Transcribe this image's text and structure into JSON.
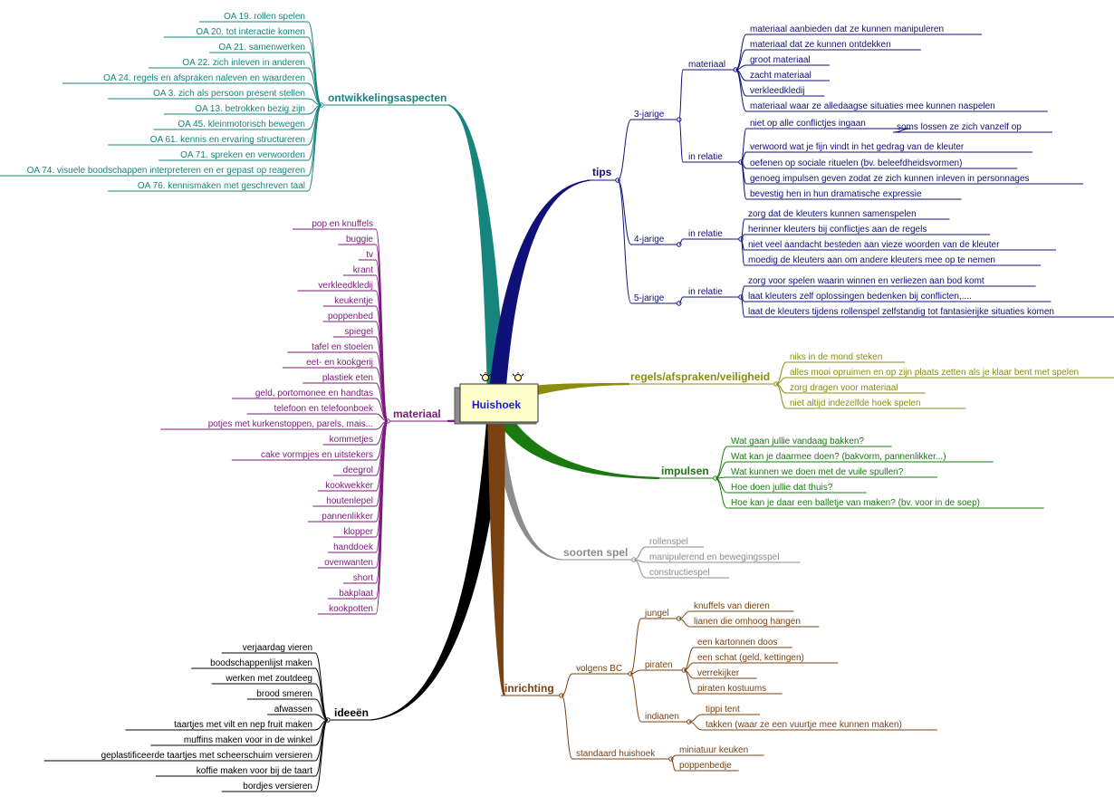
{
  "center": {
    "label": "Huishoek"
  },
  "branches": {
    "ontwikkelingsaspecten": {
      "label": "ontwikkelingsaspecten",
      "color": "#17857d",
      "items": [
        "OA 19. rollen spelen",
        "OA 20. tot interactie komen",
        "OA 21. samenwerken",
        "OA 22. zich inleven in anderen",
        "OA 24. regels en afspraken naleven en waarderen",
        "OA 3. zich als persoon present stellen",
        "OA 13. betrokken bezig zijn",
        "OA 45. kleinmotorisch bewegen",
        "OA 61. kennis en ervaring structureren",
        "OA 71. spreken en verwoorden",
        "OA 74. visuele boodschappen interpreteren en er gepast op reageren",
        "OA 76. kennismaken met geschreven taal"
      ]
    },
    "materiaal": {
      "label": "materiaal",
      "color": "#7b1a7b",
      "items": [
        "pop en knuffels",
        "buggie",
        "tv",
        "krant",
        "verkleedkledij",
        "keukentje",
        "poppenbed",
        "spiegel",
        "tafel en stoelen",
        "eet- en kookgerij",
        "plastiek eten",
        "geld, portomonee en handtas",
        "telefoon en telefoonboek",
        "potjes met kurkenstoppen, parels, mais...",
        "kommetjes",
        "cake vormpjes en uitstekers",
        "deegrol",
        "kookwekker",
        "houtenlepel",
        "pannenlikker",
        "klopper",
        "handdoek",
        "ovenwanten",
        "short",
        "bakplaat",
        "kookpotten"
      ]
    },
    "ideeen": {
      "label": "ideeën",
      "color": "#000000",
      "items": [
        "verjaardag vieren",
        "boodschappenlijst maken",
        "werken met zoutdeeg",
        "brood smeren",
        "afwassen",
        "taartjes met vilt en nep fruit maken",
        "muffins maken voor in de winkel",
        "geplastificeerde taartjes met scheerschuim versieren",
        "koffie maken voor bij de taart",
        "bordjes versieren"
      ]
    },
    "tips": {
      "label": "tips",
      "color": "#10107a",
      "groups": [
        {
          "label": "3-jarige",
          "subgroups": [
            {
              "label": "materiaal",
              "items": [
                "materiaal aanbieden dat ze kunnen manipuleren",
                "materiaal dat ze kunnen ontdekken",
                "groot materiaal",
                "zacht materiaal",
                "verkleedkledij",
                "materiaal waar ze alledaagse situaties mee kunnen naspelen"
              ]
            },
            {
              "label": "in relatie",
              "items": [
                "niet op alle conflictjes ingaan",
                "verwoord wat je fijn vindt in het gedrag van de kleuter",
                "oefenen op sociale rituelen (bv. beleefdheidsvormen)",
                "genoeg impulsen geven zodat ze zich kunnen inleven in personnages",
                "bevestig hen in hun dramatische expressie"
              ],
              "extra": "soms lossen ze zich vanzelf op"
            }
          ]
        },
        {
          "label": "4-jarige",
          "subgroups": [
            {
              "label": "in relatie",
              "items": [
                "zorg dat de kleuters kunnen samenspelen",
                "herinner kleuters bij conflictjes aan de regels",
                "niet veel aandacht besteden aan vieze woorden van de kleuter",
                "moedig de kleuters aan om andere kleuters mee op te nemen"
              ]
            }
          ]
        },
        {
          "label": "5-jarige",
          "subgroups": [
            {
              "label": "in relatie",
              "items": [
                "zorg voor spelen waarin winnen en verliezen aan bod komt",
                "laat kleuters zelf oplossingen bedenken bij conflicten,....",
                "laat de kleuters tijdens rollenspel zelfstandig tot fantasierijke situaties komen"
              ]
            }
          ]
        }
      ]
    },
    "regels": {
      "label": "regels/afspraken/veiligheid",
      "color": "#8c8c10",
      "items": [
        "niks in de mond steken",
        "alles mooi opruimen en op zijn plaats zetten als je klaar bent met spelen",
        "zorg dragen voor materiaal",
        "niet altijd indezelfde hoek spelen"
      ]
    },
    "impulsen": {
      "label": "impulsen",
      "color": "#1a7a10",
      "items": [
        "Wat gaan jullie vandaag bakken?",
        "Wat kan je daarmee doen? (bakvorm, pannenlikker...)",
        "Wat kunnen we doen met de vuile spullen?",
        "Hoe doen jullie dat thuis?",
        "Hoe kan je daar een balletje van maken? (bv. voor in de soep)"
      ]
    },
    "soorten": {
      "label": "soorten spel",
      "color": "#8c8c8c",
      "items": [
        "rollenspel",
        "manipulerend en bewegingsspel",
        "constructiespel"
      ]
    },
    "inrichting": {
      "label": "inrichting",
      "color": "#7a4210",
      "groups": [
        {
          "label": "volgens BC",
          "subgroups": [
            {
              "label": "jungel",
              "items": [
                "knuffels van dieren",
                "lianen die omhoog hangen"
              ]
            },
            {
              "label": "piraten",
              "items": [
                "een kartonnen doos",
                "een schat (geld, kettingen)",
                "verrekijker",
                "piraten kostuums"
              ]
            },
            {
              "label": "indianen",
              "items": [
                "tippi tent",
                "takken (waar ze een vuurtje mee kunnen maken)"
              ]
            }
          ]
        },
        {
          "label": "standaard huishoek",
          "items": [
            "miniatuur keuken",
            "poppenbedje"
          ]
        }
      ]
    }
  }
}
